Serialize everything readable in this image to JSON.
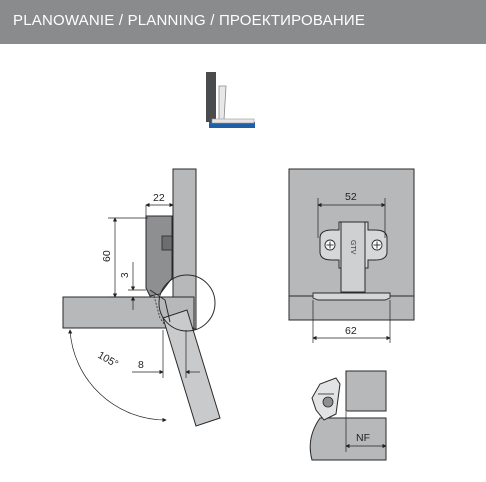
{
  "header": {
    "title": "PLANOWANIE / PLANNING / ПРОЕКТИРОВАНИЕ"
  },
  "colors": {
    "banner": "#8a8b8d",
    "panel": "#b7b8ba",
    "panel_light": "#c9cacc",
    "outline": "#2a2a2a",
    "accent_blue": "#1f5fa8",
    "icon_dark": "#4a4b4d"
  },
  "side_view": {
    "dim_top": "22",
    "dim_height": "60",
    "dim_small": "3",
    "dim_opening": "8",
    "angle": "105°"
  },
  "front_view": {
    "dim_hole_spacing": "52",
    "dim_base_width": "62",
    "cup_marking": "GTV"
  },
  "detail_view": {
    "label": "NF"
  }
}
